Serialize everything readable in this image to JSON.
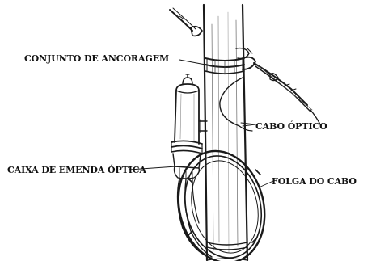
{
  "labels": {
    "ancoragem": "CONJUNTO DE ANCORAGEM",
    "cabo": "CABO ÓPTICO",
    "caixa": "CAIXA DE EMENDA ÓPTICA",
    "folga": "FOLGA DO CABO"
  }
}
